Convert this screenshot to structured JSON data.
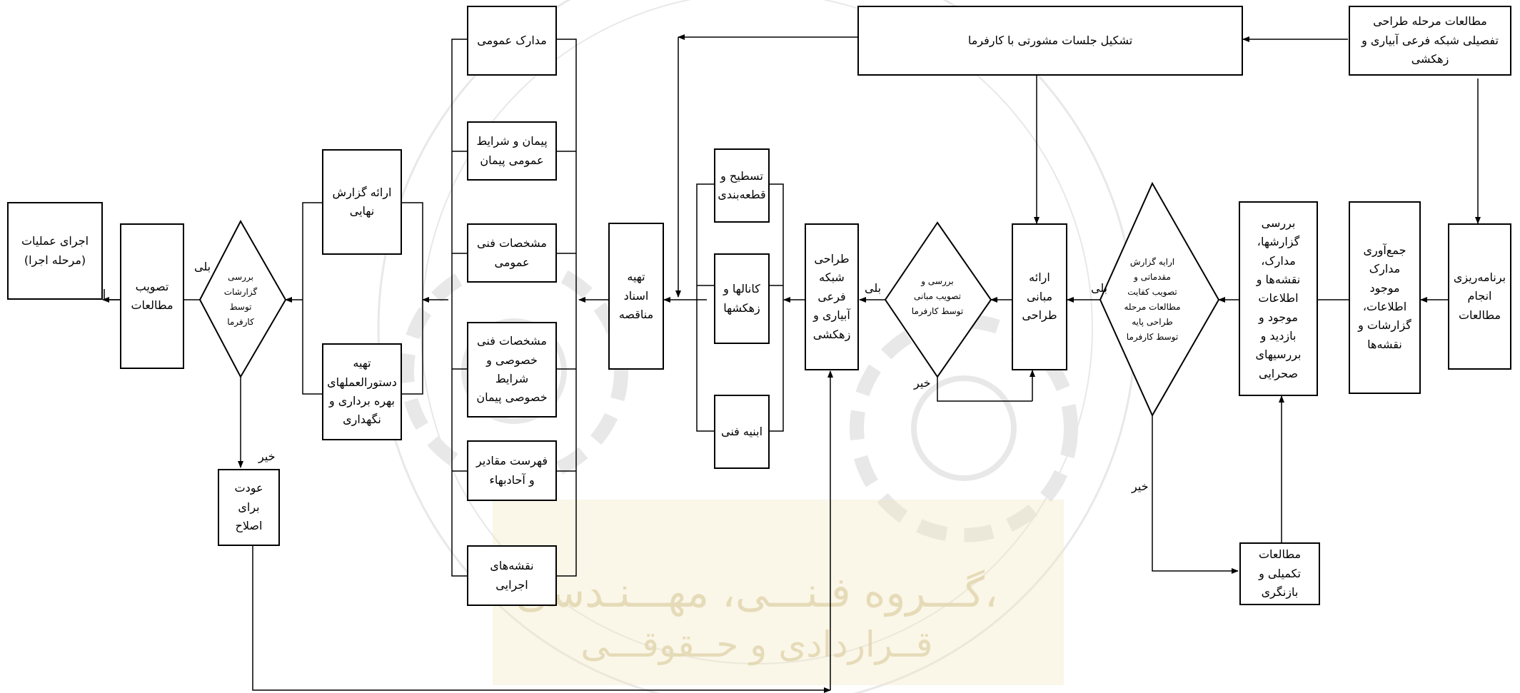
{
  "nodes": {
    "detailed_studies": "مطالعات مرحله طراحی تفصیلی شبکه فرعی آبیاری و زهکشی",
    "consult_meetings": "تشکیل جلسات مشورتی با کارفرما",
    "planning": "برنامه‌ریزی انجام مطالعات",
    "collect_docs": "جمع‌آوری مدارک موجود اطلاعات، گزارشات و نقشه‌ها",
    "review_reports": "بررسی گزارشها، مدارک، نقشه‌ها و اطلاعات موجود و بازدید و بررسیهای صحرایی",
    "decision_preliminary": "ارایه گزارش مقدماتی و تصویب کفایت مطالعات مرحله طراحی پایه توسط کارفرما",
    "complementary_studies": "مطالعات تکمیلی و بازنگری",
    "design_basis": "ارائه مبانی طراحی",
    "decision_basis": "بررسی و تصویب مبانی توسط کارفرما",
    "network_design": "طراحی شبکه فرعی آبیاری و زهکشی",
    "leveling": "تسطیح و قطعه‌بندی",
    "canals_drains": "کانالها و زهکشها",
    "structures": "ابنیه فنی",
    "tender_docs": "تهیه اسناد مناقصه",
    "general_docs": "مدارک عمومی",
    "contract_general": "پیمان و شرایط عمومی پیمان",
    "general_specs": "مشخصات فنی عمومی",
    "special_specs": "مشخصات فنی خصوصی و شرایط خصوصی پیمان",
    "bill_quantities": "فهرست مقادیر و آحادبهاء",
    "exec_drawings": "نقشه‌های اجرایی",
    "final_report": "ارائه گزارش نهایی",
    "om_manual": "تهیه دستورالعملهای بهره برداری و نگهداری",
    "decision_reports": "بررسی گزارشات توسط کارفرما",
    "approve_studies": "تصویب مطالعات",
    "operations": "اجرای عملیات (مرحله اجرا)",
    "return_fix": "عودت برای اصلاح"
  },
  "labels": {
    "yes": "بلی",
    "no": "خیر"
  },
  "watermark_text": {
    "line1": "گـــروه فـنـــی، مهـــنـدسی،",
    "line2": "قــراردادی و حــقوقـــی"
  },
  "colors": {
    "line": "#000000",
    "watermark": "#c9c9c9",
    "watermark_gold": "#e8d9a8"
  }
}
